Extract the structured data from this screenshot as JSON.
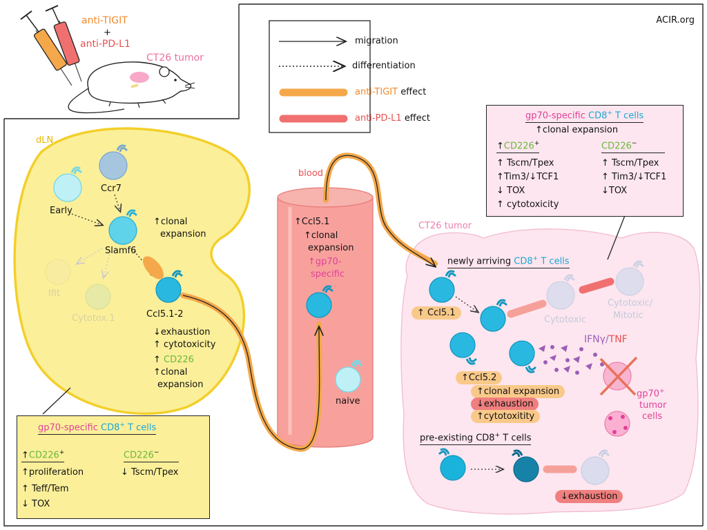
{
  "site": "ACIR.org",
  "treatment": {
    "drug1": "anti-TIGIT",
    "plus": "+",
    "drug2": "anti-PD-L1",
    "tumor_label": "CT26 tumor"
  },
  "legend": {
    "migration": "migration",
    "differentiation": "differentiation",
    "tigit_effect_a": "anti-TIGIT",
    "tigit_effect_b": "effect",
    "pdl1_effect_a": "anti-PD-L1",
    "pdl1_effect_b": "effect"
  },
  "dln": {
    "title": "dLN",
    "cells": {
      "early": "Early",
      "ccr7": "Ccr7",
      "slamf6": "Slamf6",
      "ifit": "Ifit",
      "cytotox1": "Cytotox.1",
      "ccl5": "Ccl5.1-2"
    },
    "slamf6_effect": [
      "↑clonal",
      "expansion"
    ],
    "ccl5_effects": [
      "↓exhaustion",
      "↑ cytotoxicity",
      "↑",
      "CD226",
      "↑clonal",
      "expansion"
    ]
  },
  "dln_box": {
    "title_a": "gp70-specific",
    "title_b": "CD8",
    "title_sup": "+",
    "title_c": "T cells",
    "pos_head_arrow": "↑",
    "pos_head": "CD226",
    "pos_sup": "+",
    "neg_head": "CD226",
    "neg_sup": "−",
    "pos_items": [
      "↑proliferation",
      "↑ Teff/Tem",
      "↓ TOX"
    ],
    "neg_items": [
      "↓ Tscm/Tpex"
    ]
  },
  "blood": {
    "title": "blood",
    "effects": [
      "↑Ccl5.1",
      "↑clonal",
      "expansion",
      "↑gp70-",
      "specific"
    ],
    "naive": "naive"
  },
  "tumor": {
    "title": "CT26 tumor",
    "newly_a": "newly arriving",
    "newly_b": "CD8",
    "newly_sup": "+",
    "newly_c": "T cells",
    "ccl51": "↑ Ccl5.1",
    "cytotoxic": "Cytotoxic",
    "cytomitotic": [
      "Cytotoxic/",
      "Mitotic"
    ],
    "ifn_a": "IFNγ/",
    "ifn_b": "TNF",
    "ccl52": "↑Ccl5.2",
    "ccl52_items": [
      "↑clonal expansion",
      "↓exhaustion",
      "↑cytotoxitity"
    ],
    "gp70_tumor": [
      "gp70",
      "tumor",
      "cells"
    ],
    "gp70_sup": "+",
    "preexisting_a": "pre-existing",
    "preexisting_b": "CD8",
    "preexisting_sup": "+",
    "preexisting_c": "T cells",
    "pre_exhaustion": "↓exhaustion"
  },
  "tumor_box": {
    "title_a": "gp70-specific",
    "title_b": "CD8",
    "title_sup": "+",
    "title_c": "T cells",
    "clonal": "↑clonal expansion",
    "pos_head_arrow": "↑",
    "pos_head": "CD226",
    "pos_sup": "+",
    "neg_head": "CD226",
    "neg_sup": "−",
    "pos_items": [
      "↑ Tscm/Tpex",
      "↑Tim3/↓TCF1",
      "↓ TOX",
      "↑ cytotoxicity"
    ],
    "neg_items": [
      "↑ Tscm/Tpex",
      "↑ Tim3/↓TCF1",
      "↓TOX"
    ]
  },
  "colors": {
    "tigit": "#f5a84a",
    "pdl1": "#f07070",
    "gp70": "#e0409a",
    "cd8": "#1aa6d6",
    "cd226": "#6ab83a",
    "dln_fill": "#fbef9a",
    "tumor_fill": "#fde6ef"
  }
}
